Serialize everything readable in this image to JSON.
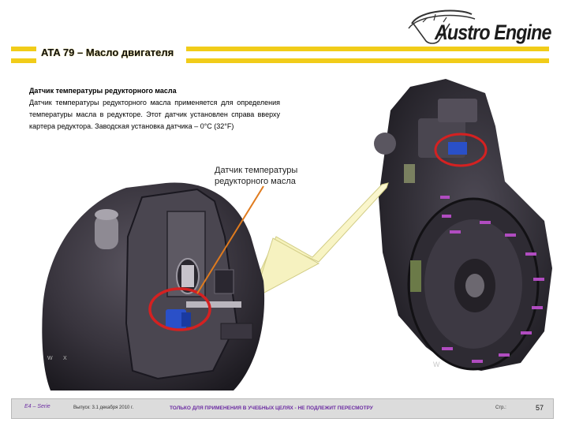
{
  "header": {
    "brand": "Austro Engine",
    "title": "ATA 79 – Масло двигателя"
  },
  "description": {
    "heading": "Датчик температуры редукторного масла",
    "text": "Датчик температуры редукторного масла применяется для определения температуры масла в редукторе. Этот датчик установлен справа вверху картера редуктора. Заводская установка датчика – 0°C (32°F)"
  },
  "callout": {
    "line1": "Датчик температуры",
    "line2": "редукторного масла"
  },
  "footer": {
    "series": "E4 – Serie",
    "issue": "Выпуск: 3.1 декабря 2010 г.",
    "warning": "ТОЛЬКО ДЛЯ ПРИМЕНЕНИЯ В УЧЕБНЫХ ЦЕЛЯХ - НЕ ПОДЛЕЖИТ ПЕРЕСМОТРУ",
    "page_label": "Стр.:",
    "page_number": "57"
  },
  "colors": {
    "stripe": "#f1cc19",
    "highlight_circle": "#d42121",
    "callout_line": "#e07b1e",
    "sensor": "#2a50c8",
    "bolts": "#b04cc0",
    "footer_text": "#6d2ea3"
  }
}
